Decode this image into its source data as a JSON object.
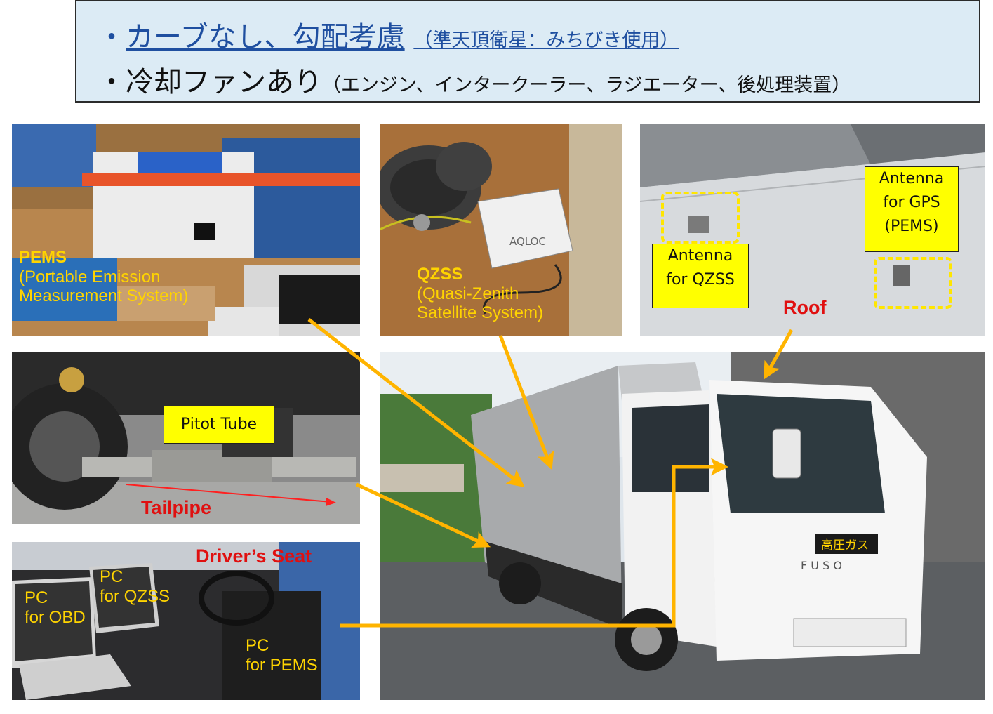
{
  "header": {
    "line1_bullet": "・",
    "line1_main": "カーブなし、勾配考慮",
    "line1_paren": "（準天頂衛星：みちびき使用）",
    "line2_bullet": "・",
    "line2_main": "冷却ファンあり",
    "line2_paren": "（エンジン、インタークーラー、ラジエーター、後処理装置）"
  },
  "panels": {
    "pems": {
      "title": "PEMS",
      "line1": "(Portable Emission",
      "line2": "Measurement System)"
    },
    "qzss": {
      "title": "QZSS",
      "line1": "(Quasi-Zenith",
      "line2": "Satellite System)",
      "device_text": "AQLOC"
    },
    "roof": {
      "antenna_qzss_1": "Antenna",
      "antenna_qzss_2": "for QZSS",
      "antenna_gps_1": "Antenna",
      "antenna_gps_2": "for GPS",
      "antenna_gps_3": "(PEMS)",
      "roof_label": "Roof"
    },
    "tailpipe": {
      "pitot": "Pitot Tube",
      "tailpipe": "Tailpipe"
    },
    "seat": {
      "driver": "Driver’s Seat",
      "obd_1": "PC",
      "obd_2": "for OBD",
      "qzss_1": "PC",
      "qzss_2": "for QZSS",
      "pems_1": "PC",
      "pems_2": "for PEMS"
    },
    "truck": {
      "plate": "高圧ガス",
      "brand": "F U S O"
    }
  },
  "colors": {
    "arrow": "#ffb400",
    "label_yellow": "#ffd400",
    "label_red": "#e01010",
    "callout_bg": "#dcebf5"
  }
}
